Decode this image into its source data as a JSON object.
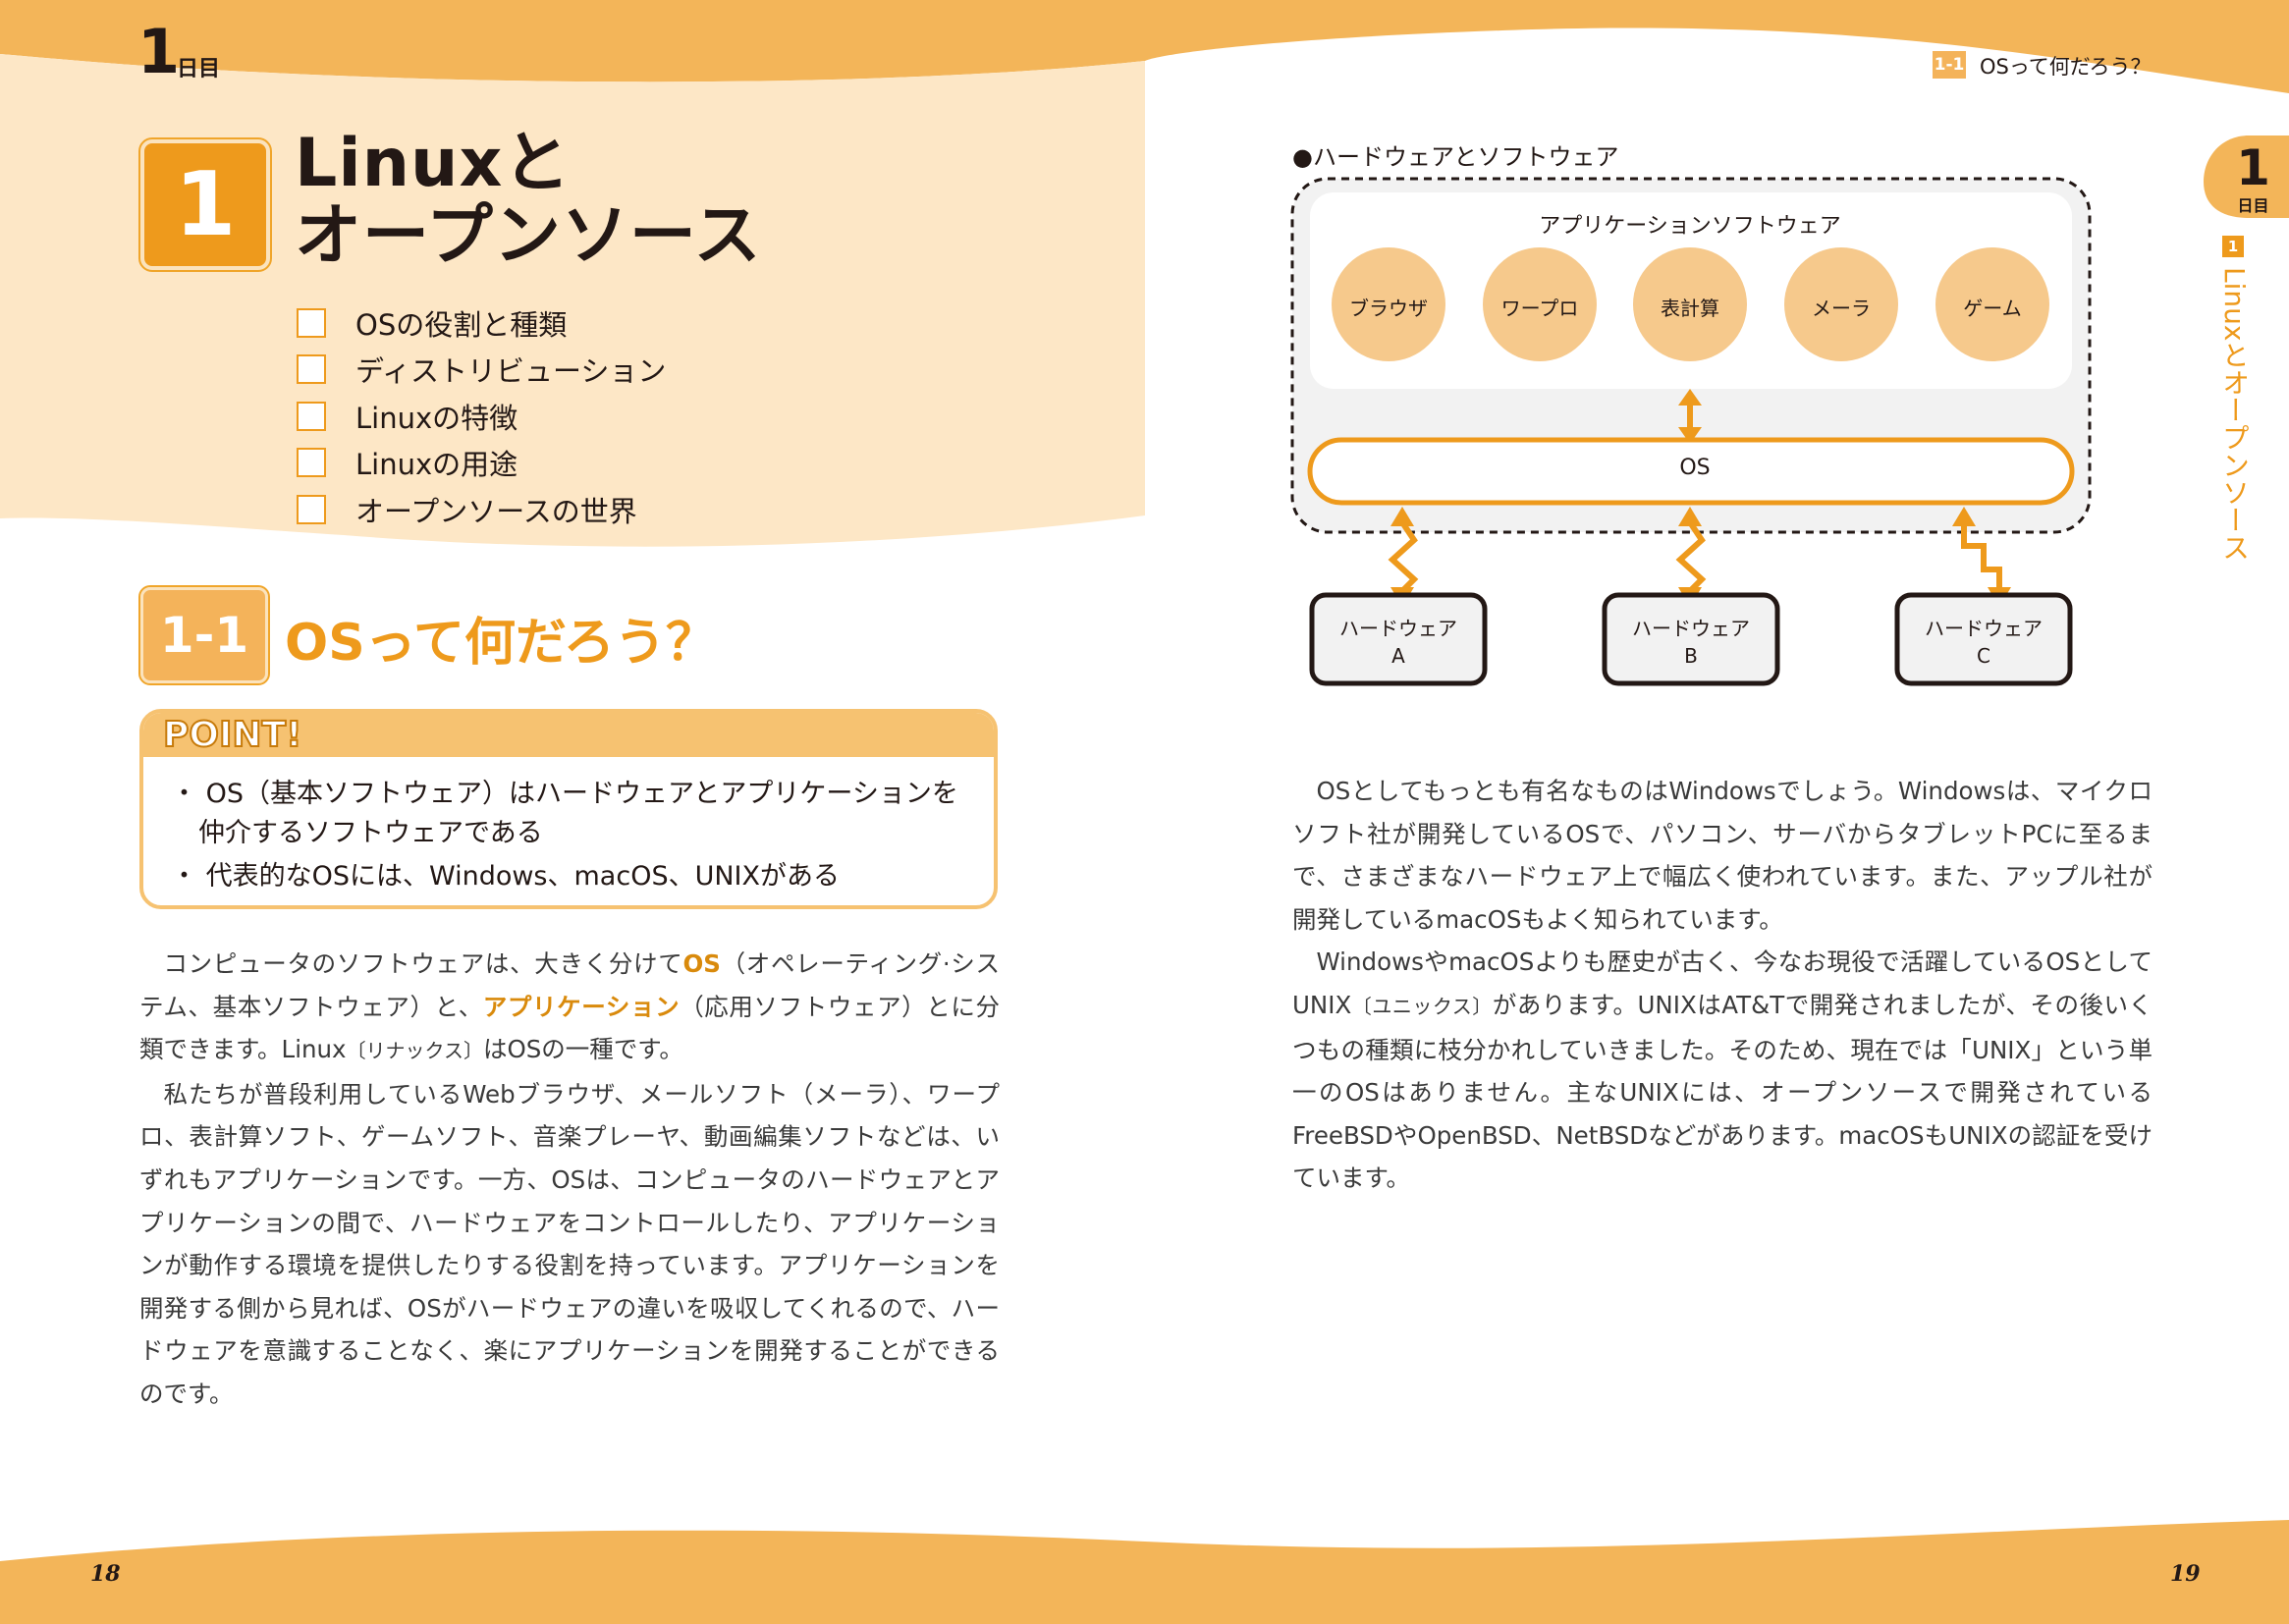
{
  "left_page": {
    "day_number": "1",
    "day_label": "日目",
    "chapter_number": "1",
    "chapter_title_line1": "Linuxと",
    "chapter_title_line2": "オープンソース",
    "checklist": [
      "OSの役割と種類",
      "ディストリビューション",
      "Linuxの特徴",
      "Linuxの用途",
      "オープンソースの世界"
    ],
    "section_number": "1-1",
    "section_title": "OSって何だろう？",
    "point_label": "POINT!",
    "points": [
      "・ OS（基本ソフトウェア）はハードウェアとアプリケーションを仲介するソフトウェアである",
      "・ 代表的なOSには、Windows、macOS、UNIXがある"
    ],
    "para1": {
      "a": "コンピュータのソフトウェアは、大きく分けて",
      "em1": "OS",
      "b": "（オペレーティング·システム、基本ソフトウェア）と、",
      "em2": "アプリケーション",
      "c": "（応用ソフトウェア）とに分類できます。Linux",
      "ruby": "〔リナックス〕",
      "d": "はOSの一種です。"
    },
    "para2": "私たちが普段利用しているWebブラウザ、メールソフト（メーラ）、ワープロ、表計算ソフト、ゲームソフト、音楽プレーヤ、動画編集ソフトなどは、いずれもアプリケーションです。一方、OSは、コンピュータのハードウェアとアプリケーションの間で、ハードウェアをコントロールしたり、アプリケーションが動作する環境を提供したりする役割を持っています。アプリケーションを開発する側から見れば、OSがハードウェアの違いを吸収してくれるので、ハードウェアを意識することなく、楽にアプリケーションを開発することができるのです。",
    "page_number": "18"
  },
  "right_page": {
    "running_badge": "1-1",
    "running_title": "OSって何だろう？",
    "tab_day": "1",
    "tab_day_label": "日目",
    "tab_chapter": "1",
    "tab_title": "Linuxとオープンソース",
    "diagram": {
      "caption": "●ハードウェアとソフトウェア",
      "app_group_label": "アプリケーションソフトウェア",
      "apps": [
        "ブラウザ",
        "ワープロ",
        "表計算",
        "メーラ",
        "ゲーム"
      ],
      "os_label": "OS",
      "hardware": [
        {
          "line1": "ハードウェア",
          "line2": "A"
        },
        {
          "line1": "ハードウェア",
          "line2": "B"
        },
        {
          "line1": "ハードウェア",
          "line2": "C"
        }
      ]
    },
    "para1": "OSとしてもっとも有名なものはWindowsでしょう。Windowsは、マイクロソフト社が開発しているOSで、パソコン、サーバからタブレットPCに至るまで、さまざまなハードウェア上で幅広く使われています。また、アップル社が開発しているmacOSもよく知られています。",
    "para2": {
      "a": "WindowsやmacOSよりも歴史が古く、今なお現役で活躍しているOSとしてUNIX",
      "ruby": "〔ユニックス〕",
      "b": "があります。UNIXはAT&Tで開発されましたが、その後いくつもの種類に枝分かれしていきました。そのため、現在では「UNIX」という単一のOSはありません。主なUNIXには、オープンソースで開発されているFreeBSDやOpenBSD、NetBSDなどがあります。macOSもUNIXの認証を受けています。"
    },
    "page_number": "19"
  },
  "colors": {
    "accent": "#ee9a1c",
    "light_accent": "#f6c271",
    "cream": "#fde7c6"
  }
}
